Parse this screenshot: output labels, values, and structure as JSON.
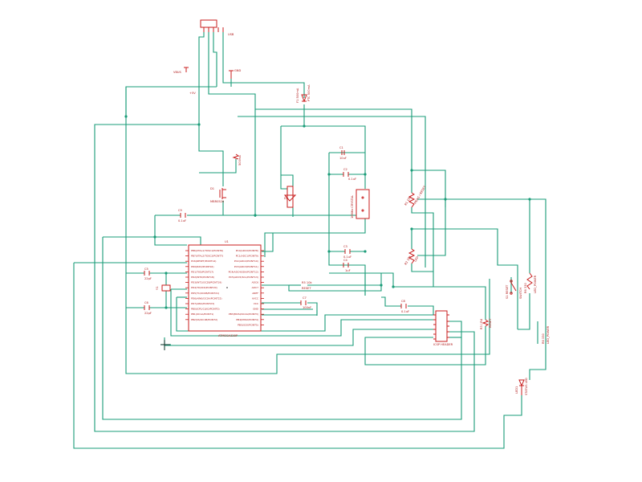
{
  "colors": {
    "background": "#ffffff",
    "wire": "#1a9c78",
    "part": "#c81e1e",
    "label": "#b01818",
    "marker": "#222222"
  },
  "labels": {
    "usb_conn": "USB",
    "vbus": "VBUS",
    "gnd_top": "GND",
    "vcc": "+5V",
    "fuse_lbl": "F1 500mA",
    "polyfuse": "PTC 500mA",
    "fuse_val": "500mA",
    "vreg_lbl": "D1",
    "vreg_val": "MBR0520",
    "schottky": "D2",
    "cap_c1": "C1",
    "cap_c1_val": "10uF",
    "cap_c2": "C2",
    "cap_c2_val": "0.1uF",
    "crystal": "16MHz CRYSTAL",
    "cap_c3": "C3",
    "cap_c3_val": "0.1uF",
    "cap_c4": "C4",
    "cap_c4_val": "1uF",
    "res_r1": "R1 10k",
    "res_r2": "R2 10k",
    "res_r1_val": "PROG / RESET",
    "res_r2_val": "LED",
    "cap_c5": "C5",
    "cap_c5_val": "22pF",
    "cap_c6": "C6",
    "cap_c6_val": "22pF",
    "xtal_small": "Y1",
    "mcu_name": "U1",
    "mcu_part": "ATMEGA328P",
    "cap_c7": "C7",
    "cap_c7_val": "100nF",
    "res_right_r": "R5 10k",
    "res_right_val": "RESET",
    "cap_c8": "C8",
    "cap_c8_val": "0.1uF",
    "cap_c9": "C9",
    "cap_c9_val": "0.1uF",
    "header": "ICSP HEADER",
    "switch": "S1 RESET",
    "switch_val": "SWITCH",
    "led_r": "R6 330",
    "led_r_val": "LED_POWER",
    "led": "LED1",
    "led_val": "STATUS LED",
    "rgb_small": "R3 / R4",
    "left_pins": [
      "PB6(XTAL1/TOSC1/PCINT6)",
      "PB7(XTAL2/TOSC2/PCINT7)",
      "PC6(RESET/PCINT14)",
      "PD0(RXD/PCINT16)",
      "PD1(TXD/PCINT17)",
      "PD2(INT0/PCINT18)",
      "PD3(INT1/OC2B/PCINT19)",
      "PD4(T0/XCK/PCINT20)",
      "PD5(T1/OC0B/PCINT21)",
      "PD6(AIN0/OC0A/PCINT22)",
      "PD7(AIN1/PCINT23)",
      "PB0(ICP1/CLKO/PCINT0)",
      "PB1(OC1A/PCINT1)",
      "PB2(SS/OC1B/PCINT2)"
    ],
    "right_pins": [
      "PC0(ADC0/PCINT8)",
      "PC1(ADC1/PCINT9)",
      "PC2(ADC2/PCINT10)",
      "PC3(ADC3/PCINT11)",
      "PC4(ADC4/SDA/PCINT12)",
      "PC5(ADC5/SCL/PCINT13)",
      "ADC6",
      "ADC7",
      "AREF",
      "AVCC",
      "VCC",
      "GND",
      "PB3(MOSI/OC2A/PCINT3)",
      "PB4(MISO/PCINT4)",
      "PB5(SCK/PCINT5)"
    ]
  }
}
